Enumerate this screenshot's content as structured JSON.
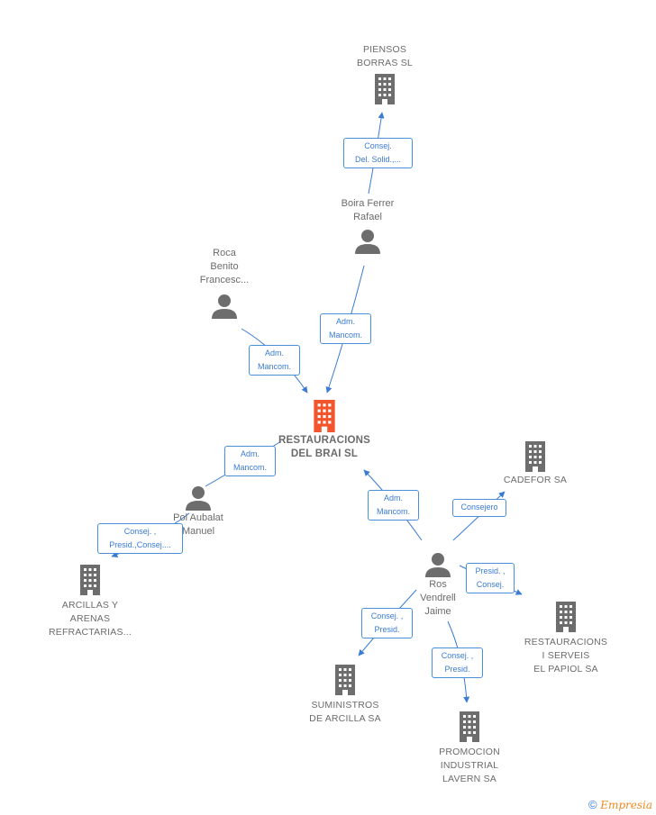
{
  "colors": {
    "edge": "#3a7bd5",
    "node_gray": "#6d6d6d",
    "main_node": "#f2552c"
  },
  "nodes": {
    "piensos": {
      "label": "PIENSOS\nBORRAS SL",
      "type": "company",
      "icon": "building-icon"
    },
    "boira": {
      "label": "Boira Ferrer\nRafael",
      "type": "person",
      "icon": "person-icon"
    },
    "roca": {
      "label": "Roca\nBenito\nFrancesc...",
      "type": "person",
      "icon": "person-icon"
    },
    "main": {
      "label": "RESTAURACIONS\nDEL BRAI SL",
      "type": "company-main",
      "icon": "building-icon"
    },
    "pol": {
      "label": "Pol Aubalat\nManuel",
      "type": "person",
      "icon": "person-icon"
    },
    "arcillas": {
      "label": "ARCILLAS Y\nARENAS\nREFRACTARIAS...",
      "type": "company",
      "icon": "building-icon"
    },
    "cadefor": {
      "label": "CADEFOR SA",
      "type": "company",
      "icon": "building-icon"
    },
    "ros": {
      "label": "Ros\nVendrell\nJaime",
      "type": "person",
      "icon": "person-icon"
    },
    "papiol": {
      "label": "RESTAURACIONS\nI SERVEIS\nEL PAPIOL SA",
      "type": "company",
      "icon": "building-icon"
    },
    "suministros": {
      "label": "SUMINISTROS\nDE ARCILLA SA",
      "type": "company",
      "icon": "building-icon"
    },
    "promocion": {
      "label": "PROMOCION\nINDUSTRIAL\nLAVERN SA",
      "type": "company",
      "icon": "building-icon"
    }
  },
  "relations": {
    "boira_piensos": "Consej.\nDel. Solid.,...",
    "boira_main": "Adm.\nMancom.",
    "roca_main": "Adm.\nMancom.",
    "pol_main": "Adm.\nMancom.",
    "pol_arcillas": "Consej. ,\nPresid.,Consej....",
    "ros_main": "Adm.\nMancom.",
    "ros_cadefor": "Consejero",
    "ros_papiol": "Presid. ,\nConsej.",
    "ros_suministros": "Consej. ,\nPresid.",
    "ros_promocion": "Consej. ,\nPresid."
  },
  "footer": {
    "copyright": "©",
    "brand": "Empresia"
  }
}
